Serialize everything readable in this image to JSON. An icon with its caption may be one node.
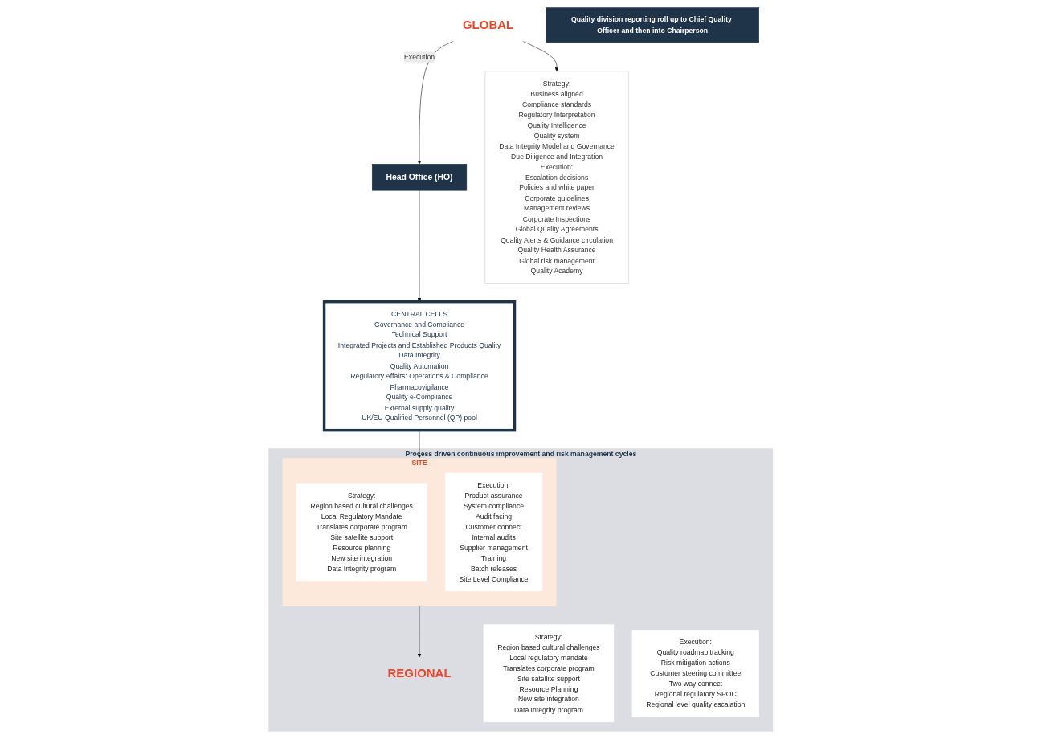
{
  "diagram": {
    "nodes": [
      {
        "text": [
          "GLOBAL"
        ]
      },
      {
        "text": [
          "Head Office (HO)"
        ]
      },
      {
        "text": [
          "Strategy:",
          "Business aligned",
          "Compliance standards",
          "Regulatory Interpretation",
          "Quality Intelligence",
          "Quality system",
          "Data Integrity Model and Governance",
          "Due Diligence and Integration",
          "Execution:",
          "Escalation decisions",
          "Policies and white paper",
          "Corporate guidelines",
          "Management reviews",
          "Corporate Inspections",
          "Global Quality Agreements",
          "Quality Alerts & Guidance circulation",
          "Quality Health Assurance",
          "Global risk management",
          "Quality Academy"
        ]
      },
      {
        "text": [
          "Process driven continuous improvement and risk management cycles"
        ]
      },
      {
        "text": [
          "REGIONAL"
        ],
        "in": 3
      },
      {
        "text": [
          "Strategy:",
          "Region based cultural challenges",
          "Local regulatory mandate",
          "Translates corporate program",
          "Site satellite support",
          "Resource Planning",
          "New site integration",
          "Data Integrity program"
        ],
        "in": 3
      },
      {
        "text": [
          "Execution:",
          "Quality roadmap tracking",
          "Risk mitigation actions",
          "Customer steering committee",
          "Two way connect",
          "Regional regulatory SPOC",
          "Regional level quality escalation"
        ],
        "in": 3
      },
      {
        "text": [
          "SITE"
        ],
        "in": 3
      },
      {
        "text": [
          "Strategy:",
          "Region based cultural challenges",
          "Local Regulatory Mandate",
          "Translates corporate program",
          "Site satellite support",
          "Resource planning",
          "New site integration",
          "Data Integrity program"
        ],
        "in": 7
      },
      {
        "text": [
          "Execution:",
          "Product assurance",
          "System compliance",
          "Audit facing",
          "Customer connect",
          "Internal audits",
          "Supplier management",
          "Training",
          "Batch releases",
          "Site Level Compliance"
        ],
        "in": 7
      },
      {
        "text": [
          "CENTRAL CELLS",
          "Governance and Compliance",
          "Technical Support",
          "Integrated Projects and Established Products Quality",
          "Data Integrity",
          "Quality Automation",
          "Regulatory Affairs: Operations & Compliance",
          "Pharmacovigilance",
          "Quality e-Compliance",
          "External supply quality",
          "UK/EU Qualified Personnel (QP) pool"
        ]
      },
      {
        "text": [
          "Quality division reporting roll up to Chief Quality Officer and then into Chairperson"
        ]
      }
    ],
    "edges": [
      {
        "from": 0,
        "to": 1,
        "arrow": "to",
        "label": "Execution"
      },
      {
        "from": 0,
        "to": 2,
        "arrow": "to"
      },
      {
        "from": 1,
        "to": 10,
        "arrow": "to"
      },
      {
        "from": 10,
        "to": 7,
        "arrow": "to"
      },
      {
        "from": 7,
        "to": 4,
        "arrow": "to"
      }
    ]
  }
}
